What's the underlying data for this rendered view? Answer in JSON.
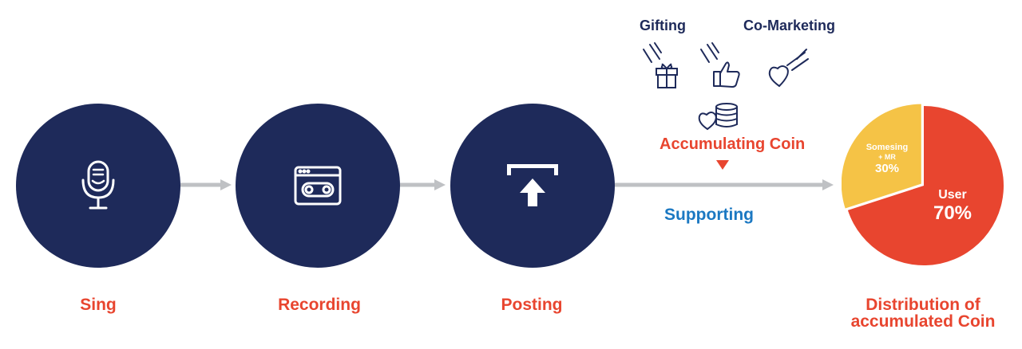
{
  "steps": [
    {
      "label": "Sing",
      "icon": "microphone-icon"
    },
    {
      "label": "Recording",
      "icon": "recording-window-icon"
    },
    {
      "label": "Posting",
      "icon": "upload-icon"
    }
  ],
  "support": {
    "top_labels": [
      "Gifting",
      "Co-Marketing"
    ],
    "accumulating_label": "Accumulating Coin",
    "supporting_label": "Supporting",
    "icons": [
      "gift-icon",
      "thumbs-up-icon",
      "heart-icon",
      "heart-coins-icon"
    ]
  },
  "distribution": {
    "title_line1": "Distribution of",
    "title_line2": "accumulated Coin",
    "slices": [
      {
        "name_lines": [
          "Somesing",
          "+ MR"
        ],
        "value_text": "30%",
        "value": 30,
        "color": "#f5c346"
      },
      {
        "name": "User",
        "value_text": "70%",
        "value": 70,
        "color": "#e8452f"
      }
    ]
  },
  "colors": {
    "circle": "#1e2a5a",
    "accent_red": "#e8452f",
    "accent_blue": "#1b78c2",
    "connector_gray": "#bfc1c4"
  }
}
